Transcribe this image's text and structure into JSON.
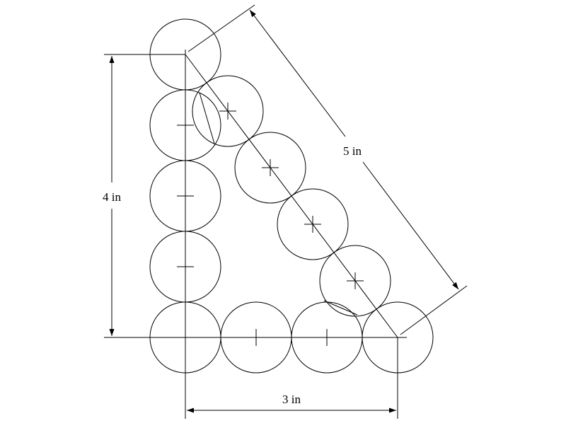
{
  "dimensions": {
    "vertical_label": "4 in",
    "horizontal_label": "3 in",
    "hypotenuse_label": "5 in"
  },
  "colors": {
    "line": "#000000",
    "background": "#ffffff"
  }
}
